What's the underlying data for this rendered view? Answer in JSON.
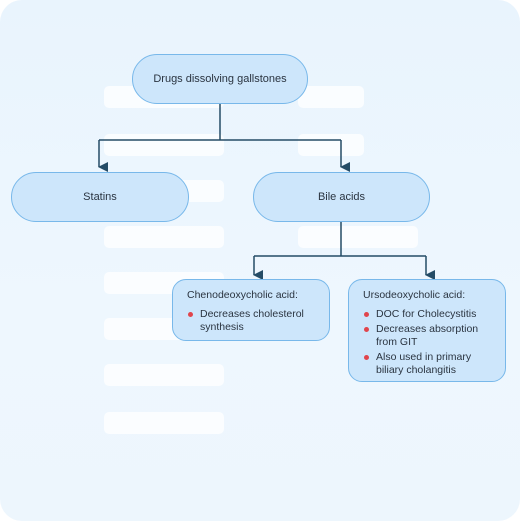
{
  "diagram": {
    "root": {
      "label": "Drugs dissolving gallstones"
    },
    "children": [
      {
        "label": "Statins"
      },
      {
        "label": "Bile acids",
        "children": [
          {
            "heading": "Chenodeoxycholic acid:",
            "points": [
              "Decreases cholesterol synthesis"
            ]
          },
          {
            "heading": "Ursodeoxycholic acid:",
            "points": [
              "DOC for Cholecystitis",
              "Decreases absorption from GIT",
              "Also used in primary biliary cholangitis"
            ]
          }
        ]
      }
    ]
  },
  "colors": {
    "node_fill": "#cde6fb",
    "node_border": "#78b8ea",
    "connector": "#244c66",
    "bullet": "#e0454c",
    "background": "#e9f4fd"
  }
}
